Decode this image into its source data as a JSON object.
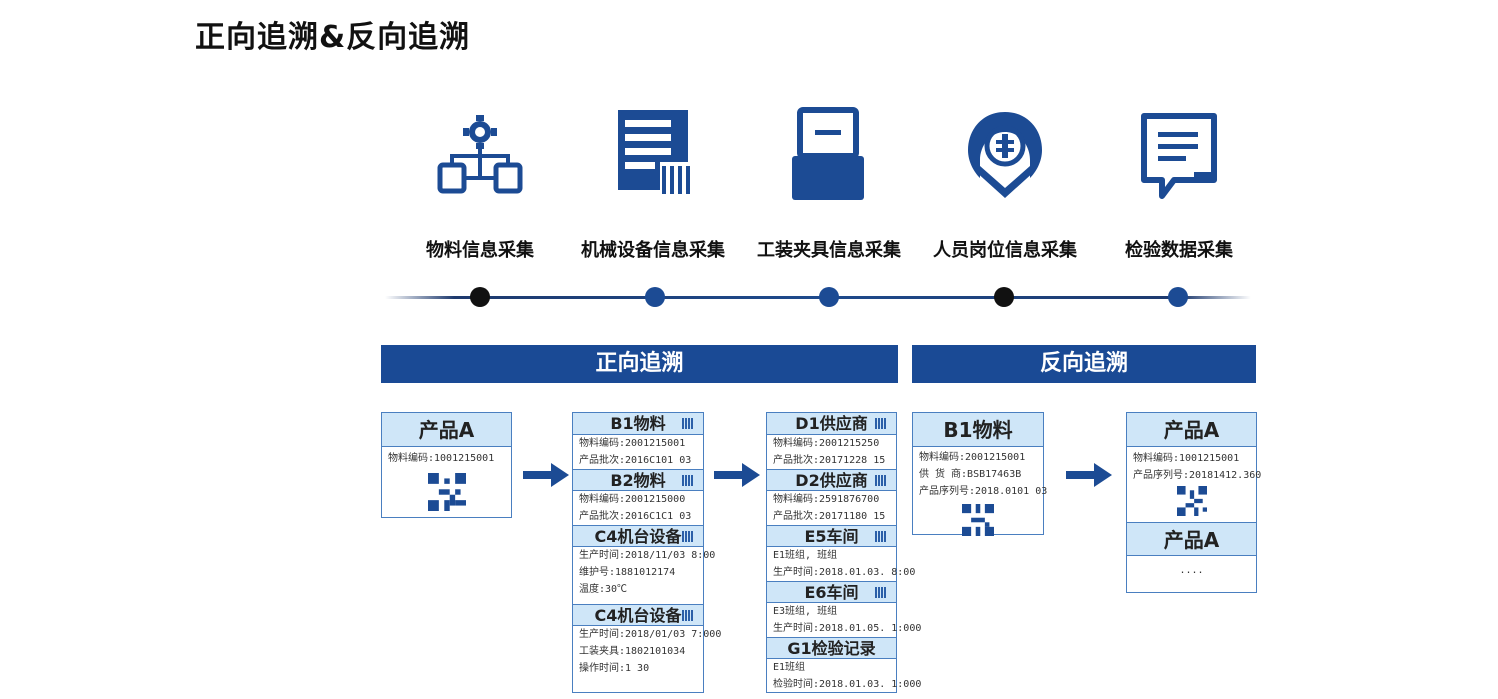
{
  "title": "正向追溯&反向追溯",
  "categories": [
    {
      "label": "物料信息采集",
      "icon": "org-chart-gear-icon"
    },
    {
      "label": "机械设备信息采集",
      "icon": "machine-panel-icon"
    },
    {
      "label": "工装夹具信息采集",
      "icon": "fixture-tray-icon"
    },
    {
      "label": "人员岗位信息采集",
      "icon": "personnel-shield-icon"
    },
    {
      "label": "检验数据采集",
      "icon": "document-chat-icon"
    }
  ],
  "timeline_dots": [
    "#111111",
    "#1c4b94",
    "#1c4b94",
    "#111111",
    "#1c4b94"
  ],
  "banners": {
    "forward": "正向追溯",
    "reverse": "反向追溯"
  },
  "forward": {
    "product": {
      "title": "产品A",
      "line": "物料编码:1001215001"
    },
    "materials": [
      {
        "title": "B1物料",
        "lines": [
          "物料编码:2001215001",
          "产品批次:2016C101 03"
        ]
      },
      {
        "title": "B2物料",
        "lines": [
          "物料编码:2001215000",
          "产品批次:2016C1C1 03"
        ]
      },
      {
        "title": "C4机台设备",
        "lines": [
          "生产时间:2018/11/03 8:00",
          "维护号:1881012174",
          "温度:30℃"
        ]
      },
      {
        "title": "C4机台设备",
        "lines": [
          "生产时间:2018/01/03 7:000",
          "工装夹具:1802101034",
          "操作时间:1 30"
        ]
      }
    ],
    "suppliers": [
      {
        "title": "D1供应商",
        "lines": [
          "物料编码:2001215250",
          "产品批次:20171228 15"
        ]
      },
      {
        "title": "D2供应商",
        "lines": [
          "物料编码:2591876700",
          "产品批次:20171180 15"
        ]
      },
      {
        "title": "E5车间",
        "lines": [
          "E1班组, 班组",
          "生产时间:2018.01.03. 8:00"
        ]
      },
      {
        "title": "E6车间",
        "lines": [
          "E3班组, 班组",
          "生产时间:2018.01.05. 1:000"
        ]
      },
      {
        "title": "G1检验记录",
        "lines": [
          "E1班组",
          "检验时间:2018.01.03. 1:000"
        ]
      }
    ]
  },
  "reverse": {
    "material": {
      "title": "B1物料",
      "lines": [
        "物料编码:2001215001",
        "供 货 商:BSB17463B",
        "产品序列号:2018.0101 03"
      ]
    },
    "products": [
      {
        "title": "产品A",
        "lines": [
          "物料编码:1001215001",
          "产品序列号:20181412.360"
        ]
      },
      {
        "title": "产品A",
        "lines": [
          "...."
        ]
      }
    ]
  }
}
